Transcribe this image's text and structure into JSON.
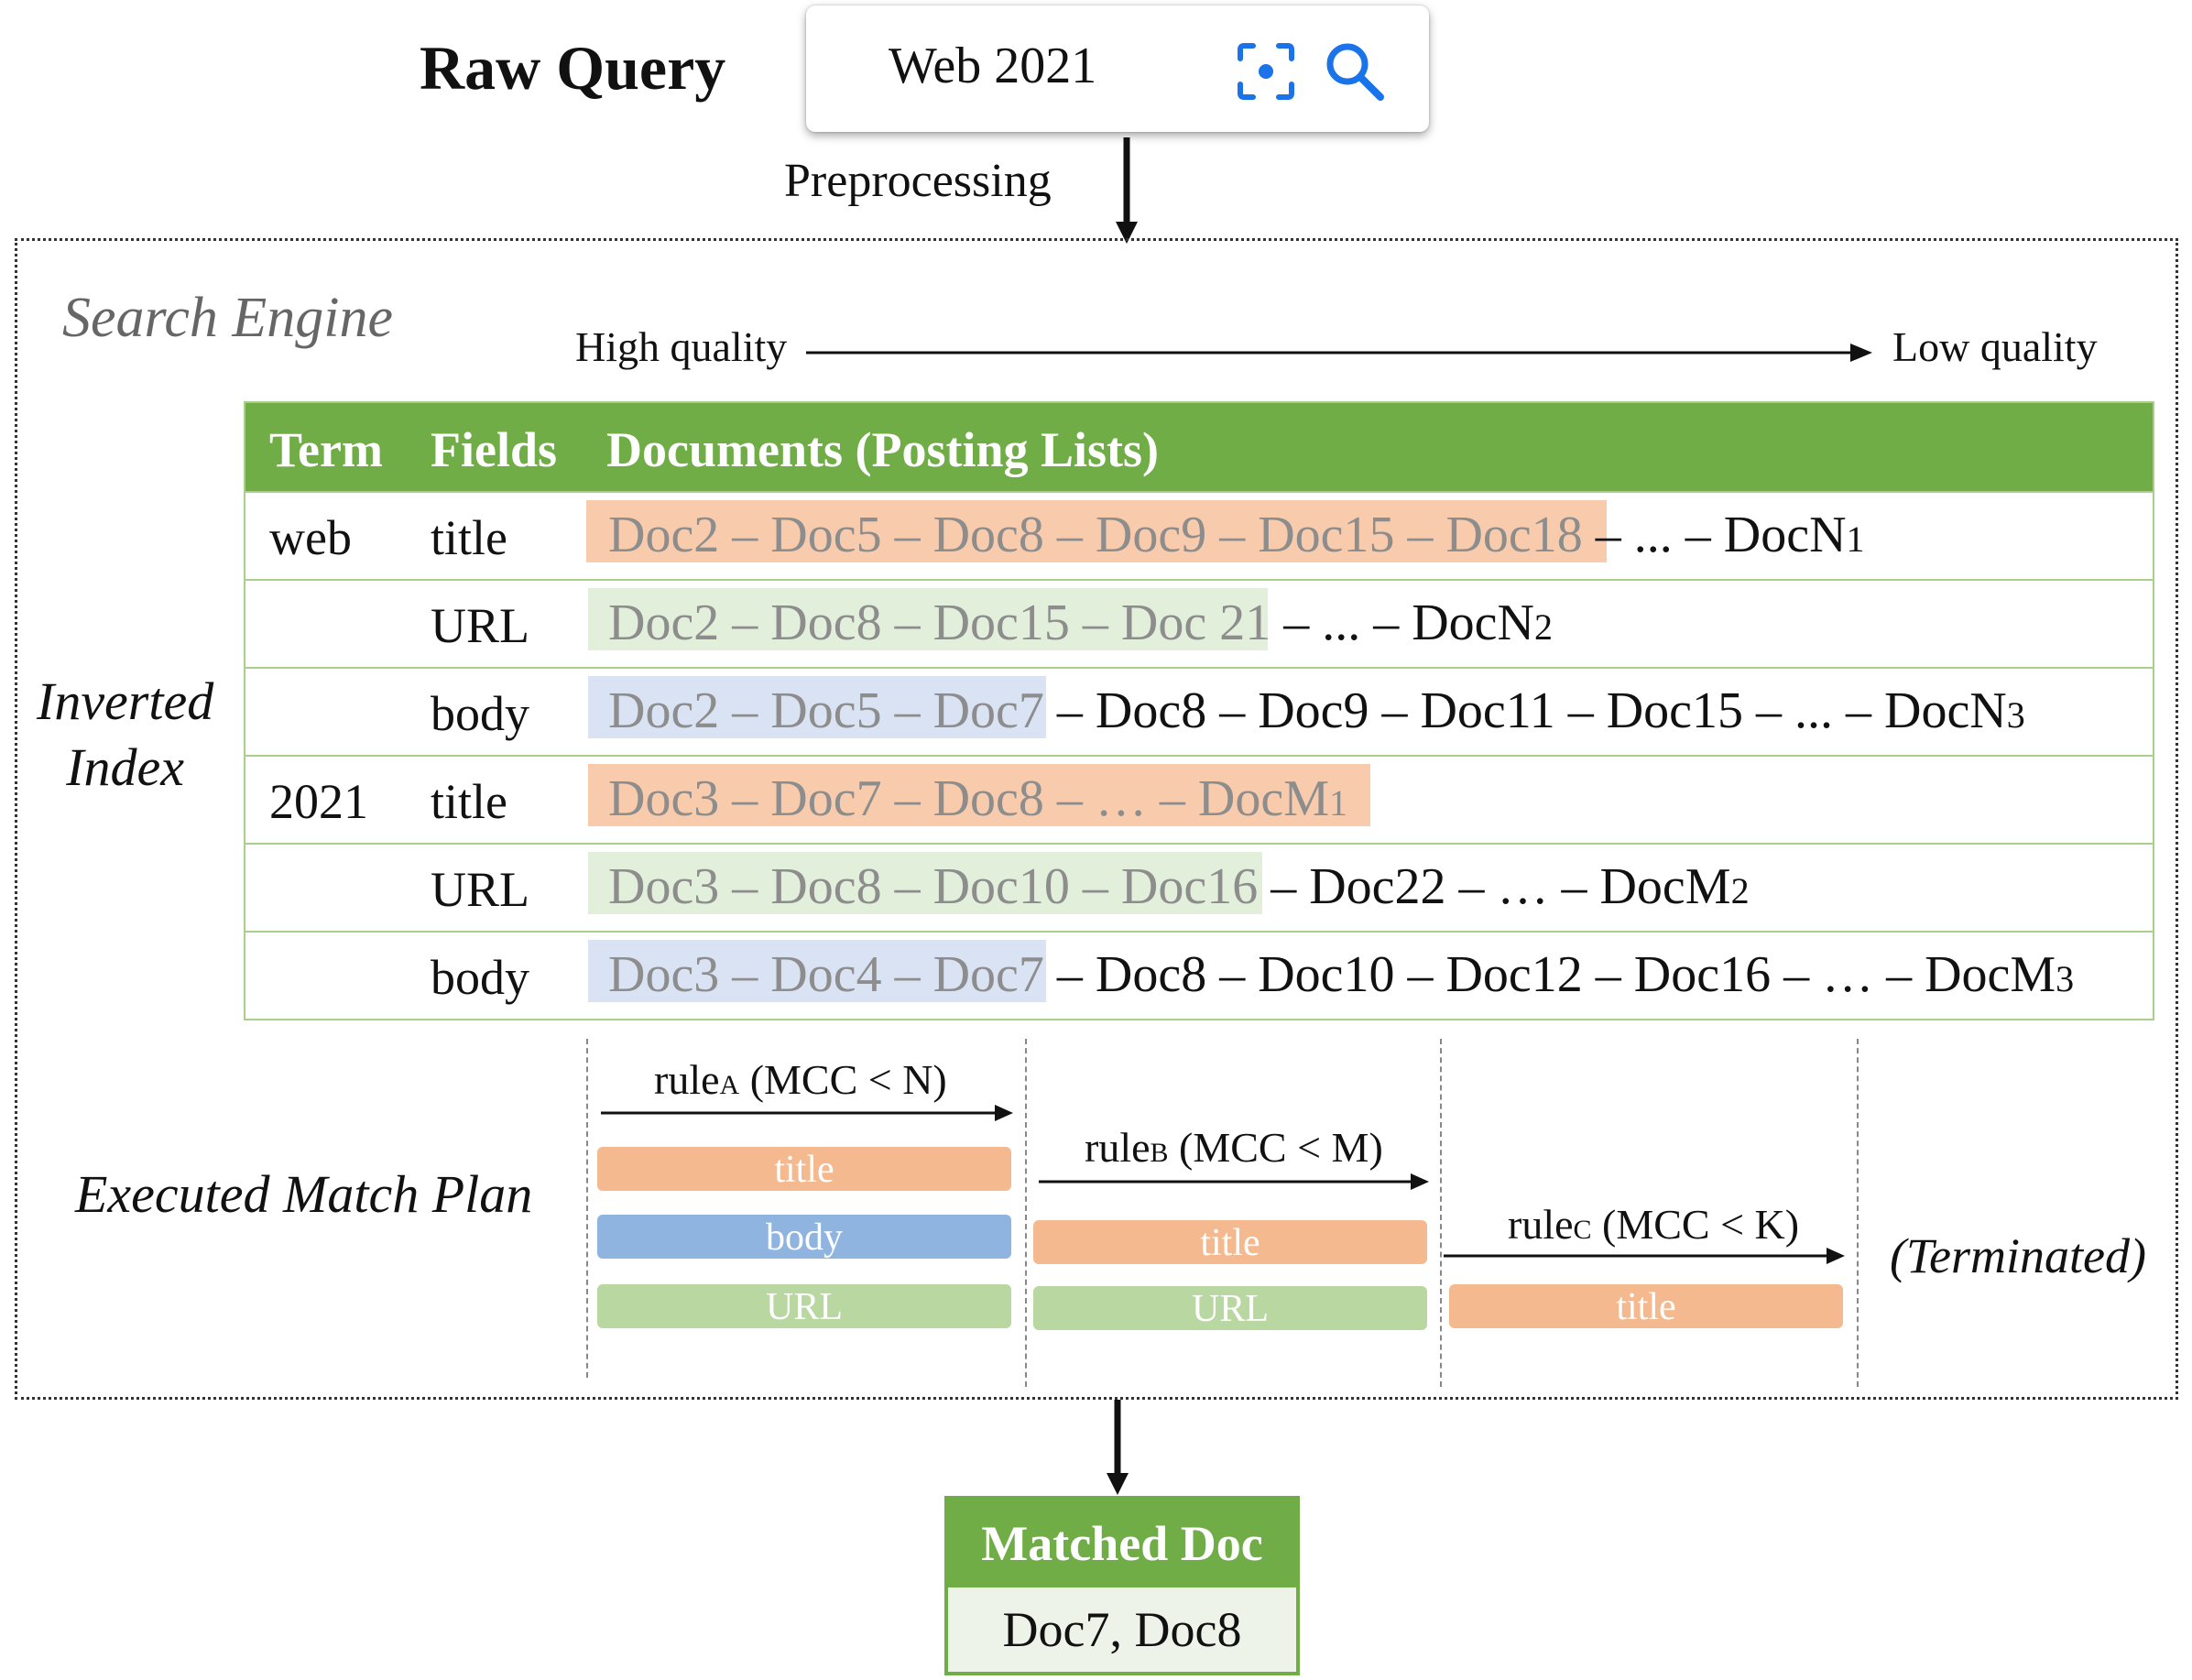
{
  "raw_query": {
    "title": "Raw Query",
    "value": "Web 2021",
    "icons": [
      "scan-icon",
      "search-icon"
    ]
  },
  "preprocessing_label": "Preprocessing",
  "search_engine": {
    "title": "Search Engine",
    "quality_axis": {
      "start": "High quality",
      "end": "Low quality"
    }
  },
  "inverted_index": {
    "label_line1": "Inverted",
    "label_line2": "Index",
    "headers": {
      "term": "Term",
      "fields": "Fields",
      "documents": "Documents (Posting Lists)"
    },
    "rows": [
      {
        "term": "web",
        "field": "title",
        "highlight": "Doc2 – Doc5 – Doc8  – Doc9 – Doc15 – Doc18",
        "rest": " – ... – DocN",
        "sub": "1",
        "color": "#f8cbad"
      },
      {
        "term": "",
        "field": "URL",
        "highlight": "Doc2 – Doc8 – Doc15 – Doc 21",
        "rest": " – ... – DocN",
        "sub": "2",
        "color": "#e2efda"
      },
      {
        "term": "",
        "field": "body",
        "highlight": "Doc2 – Doc5 – Doc7",
        "rest": "  – Doc8 – Doc9 – Doc11 – Doc15 – ... – DocN",
        "sub": "3",
        "color": "#dae3f3"
      },
      {
        "term": "2021",
        "field": "title",
        "highlight": "Doc3 – Doc7 – Doc8  – … – DocM",
        "rest": "",
        "sub": "1",
        "color": "#f8cbad"
      },
      {
        "term": "",
        "field": "URL",
        "highlight": "Doc3 – Doc8 – Doc10 – Doc16",
        "rest": " – Doc22 – …  – DocM",
        "sub": "2",
        "color": "#e2efda"
      },
      {
        "term": "",
        "field": "body",
        "highlight": "Doc3 – Doc4 – Doc7",
        "rest": "  – Doc8 – Doc10 – Doc12 – Doc16 – …  – DocM",
        "sub": "3",
        "color": "#dae3f3"
      }
    ]
  },
  "match_plan": {
    "label": "Executed Match Plan",
    "rules": [
      {
        "name": "rule",
        "sub": "A",
        "cond": " (MCC < N)",
        "fields": [
          "title",
          "body",
          "URL"
        ]
      },
      {
        "name": "rule",
        "sub": "B",
        "cond": " (MCC < M)",
        "fields": [
          "title",
          "URL"
        ]
      },
      {
        "name": "rule",
        "sub": "C",
        "cond": " (MCC < K)",
        "fields": [
          "title"
        ]
      }
    ],
    "terminated": "(Terminated)"
  },
  "matched_doc": {
    "title": "Matched Doc",
    "value": "Doc7, Doc8"
  },
  "colors": {
    "green_header": "#70ad47",
    "title_field": "#f4b98f",
    "body_field": "#8fb4df",
    "url_field": "#b9d7a1"
  }
}
